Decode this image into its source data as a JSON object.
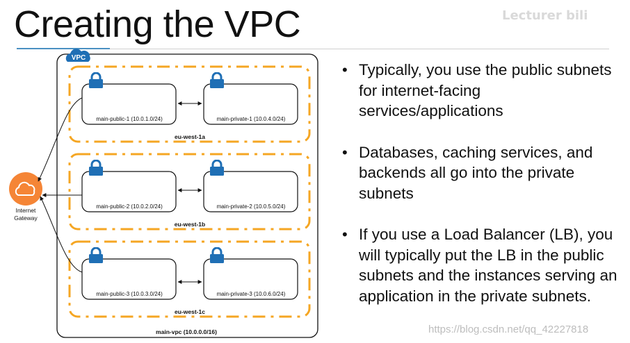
{
  "slide": {
    "title": "Creating the VPC",
    "watermark_top": "Lecturer bili",
    "watermark_bottom": "https://blog.csdn.net/qq_42227818"
  },
  "diagram": {
    "vpc_badge": "VPC",
    "vpc_label": "main-vpc (10.0.0.0/16)",
    "gateway_label_line1": "Internet",
    "gateway_label_line2": "Gateway",
    "colors": {
      "az_dash": "#f5a623",
      "lock": "#1f6fb5",
      "gateway": "#f58536",
      "vpc_badge": "#1f6fb5"
    },
    "zones": [
      {
        "name": "eu-west-1a",
        "public_subnet": "main-public-1 (10.0.1.0/24)",
        "private_subnet": "main-private-1 (10.0.4.0/24)"
      },
      {
        "name": "eu-west-1b",
        "public_subnet": "main-public-2 (10.0.2.0/24)",
        "private_subnet": "main-private-2 (10.0.5.0/24)"
      },
      {
        "name": "eu-west-1c",
        "public_subnet": "main-public-3 (10.0.3.0/24)",
        "private_subnet": "main-private-3 (10.0.6.0/24)"
      }
    ]
  },
  "bullets": [
    "Typically, you use the public subnets for internet-facing services/applications",
    "Databases, caching services, and backends all go into the private subnets",
    "If you use a Load Balancer (LB), you will typically put the LB in the public subnets and the instances serving an application in the private subnets."
  ]
}
